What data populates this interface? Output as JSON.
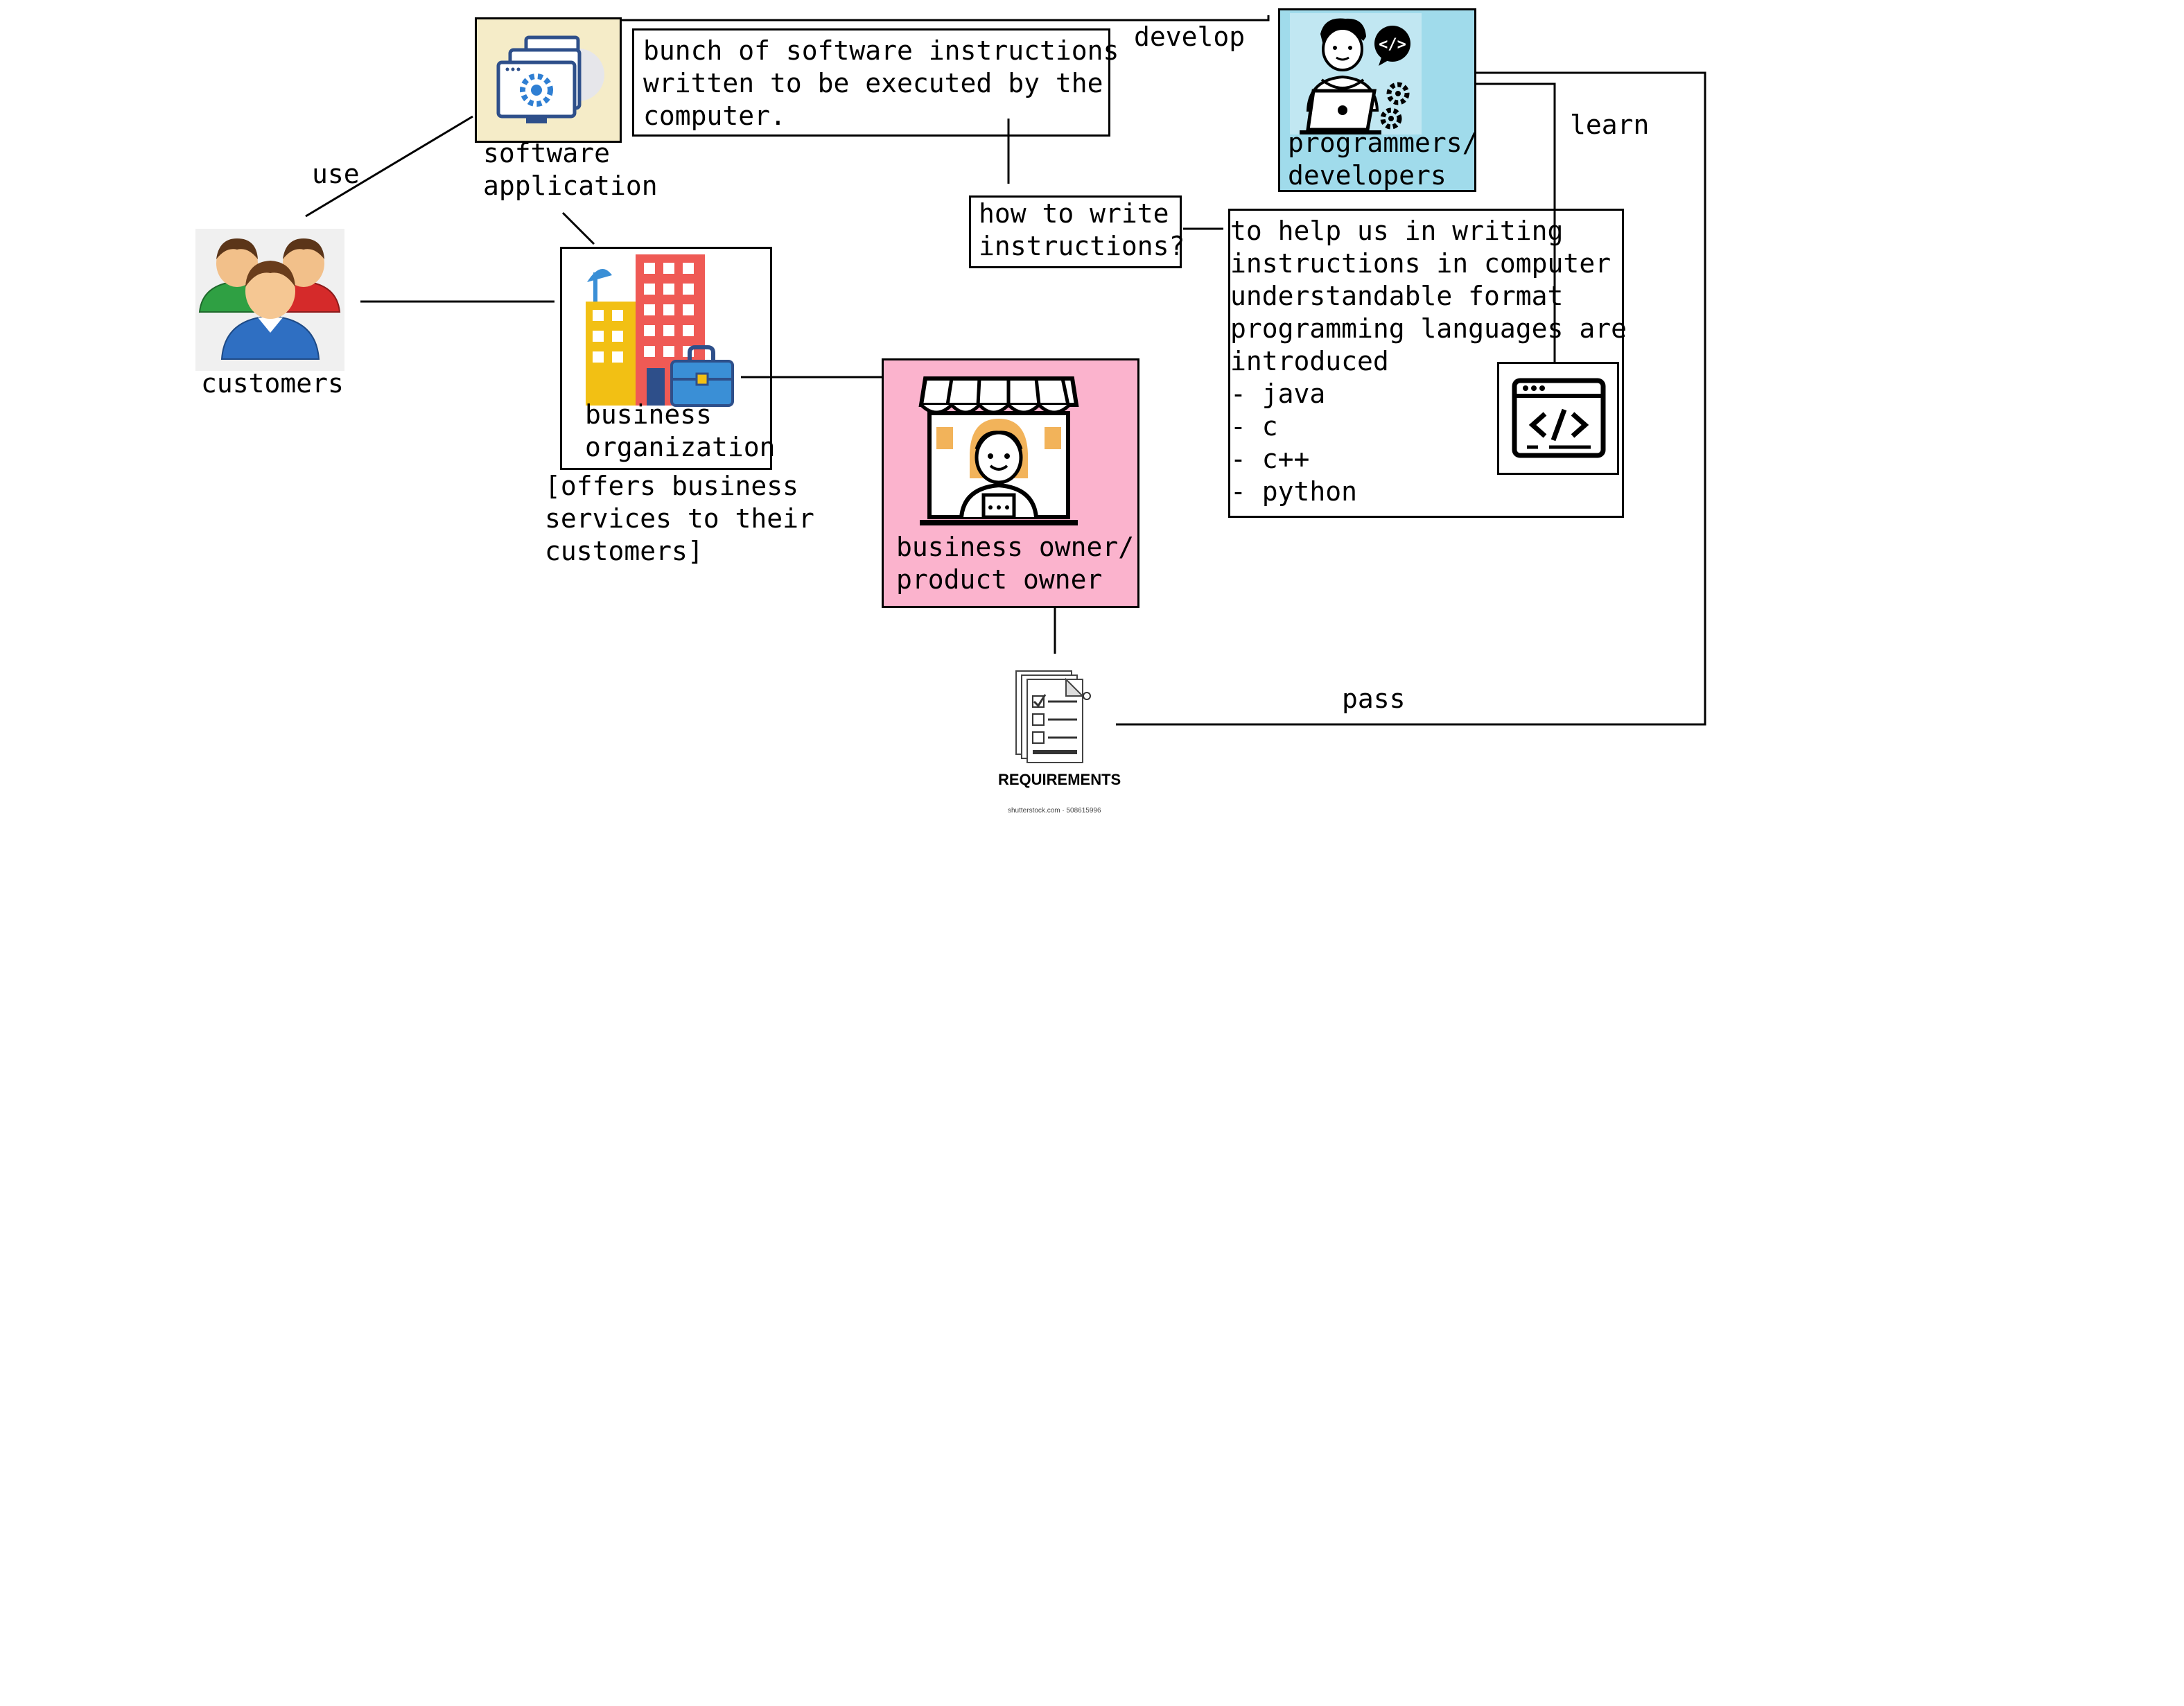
{
  "nodes": {
    "software_application": {
      "label": "software\napplication",
      "fill": "#f5ecc8"
    },
    "definition": {
      "text": "bunch of software instructions\nwritten to be executed by the\ncomputer."
    },
    "programmers": {
      "label": "programmers/\ndevelopers",
      "fill": "#a0dbeb"
    },
    "customers": {
      "label": "customers"
    },
    "business_org": {
      "label": "business\norganization",
      "note": "[offers business\nservices to their\ncustomers]"
    },
    "business_owner": {
      "label": "business owner/\nproduct owner",
      "fill": "#fbb3cd"
    },
    "question": {
      "text": "how to write\ninstructions?"
    },
    "languages": {
      "text": "to help us in writing\ninstructions in computer\nunderstandable format\nprogramming languages are\nintroduced\n- java\n- c\n- c++\n- python"
    },
    "requirements": {
      "label": "REQUIREMENTS",
      "credit": "shutterstock.com · 508615996"
    }
  },
  "edges": {
    "use": "use",
    "develop": "develop",
    "learn": "learn",
    "pass": "pass"
  },
  "icons": [
    "gear-monitor-icon",
    "developer-laptop-icon",
    "customers-group-icon",
    "office-buildings-icon",
    "shop-owner-icon",
    "code-window-icon",
    "requirements-document-icon"
  ]
}
